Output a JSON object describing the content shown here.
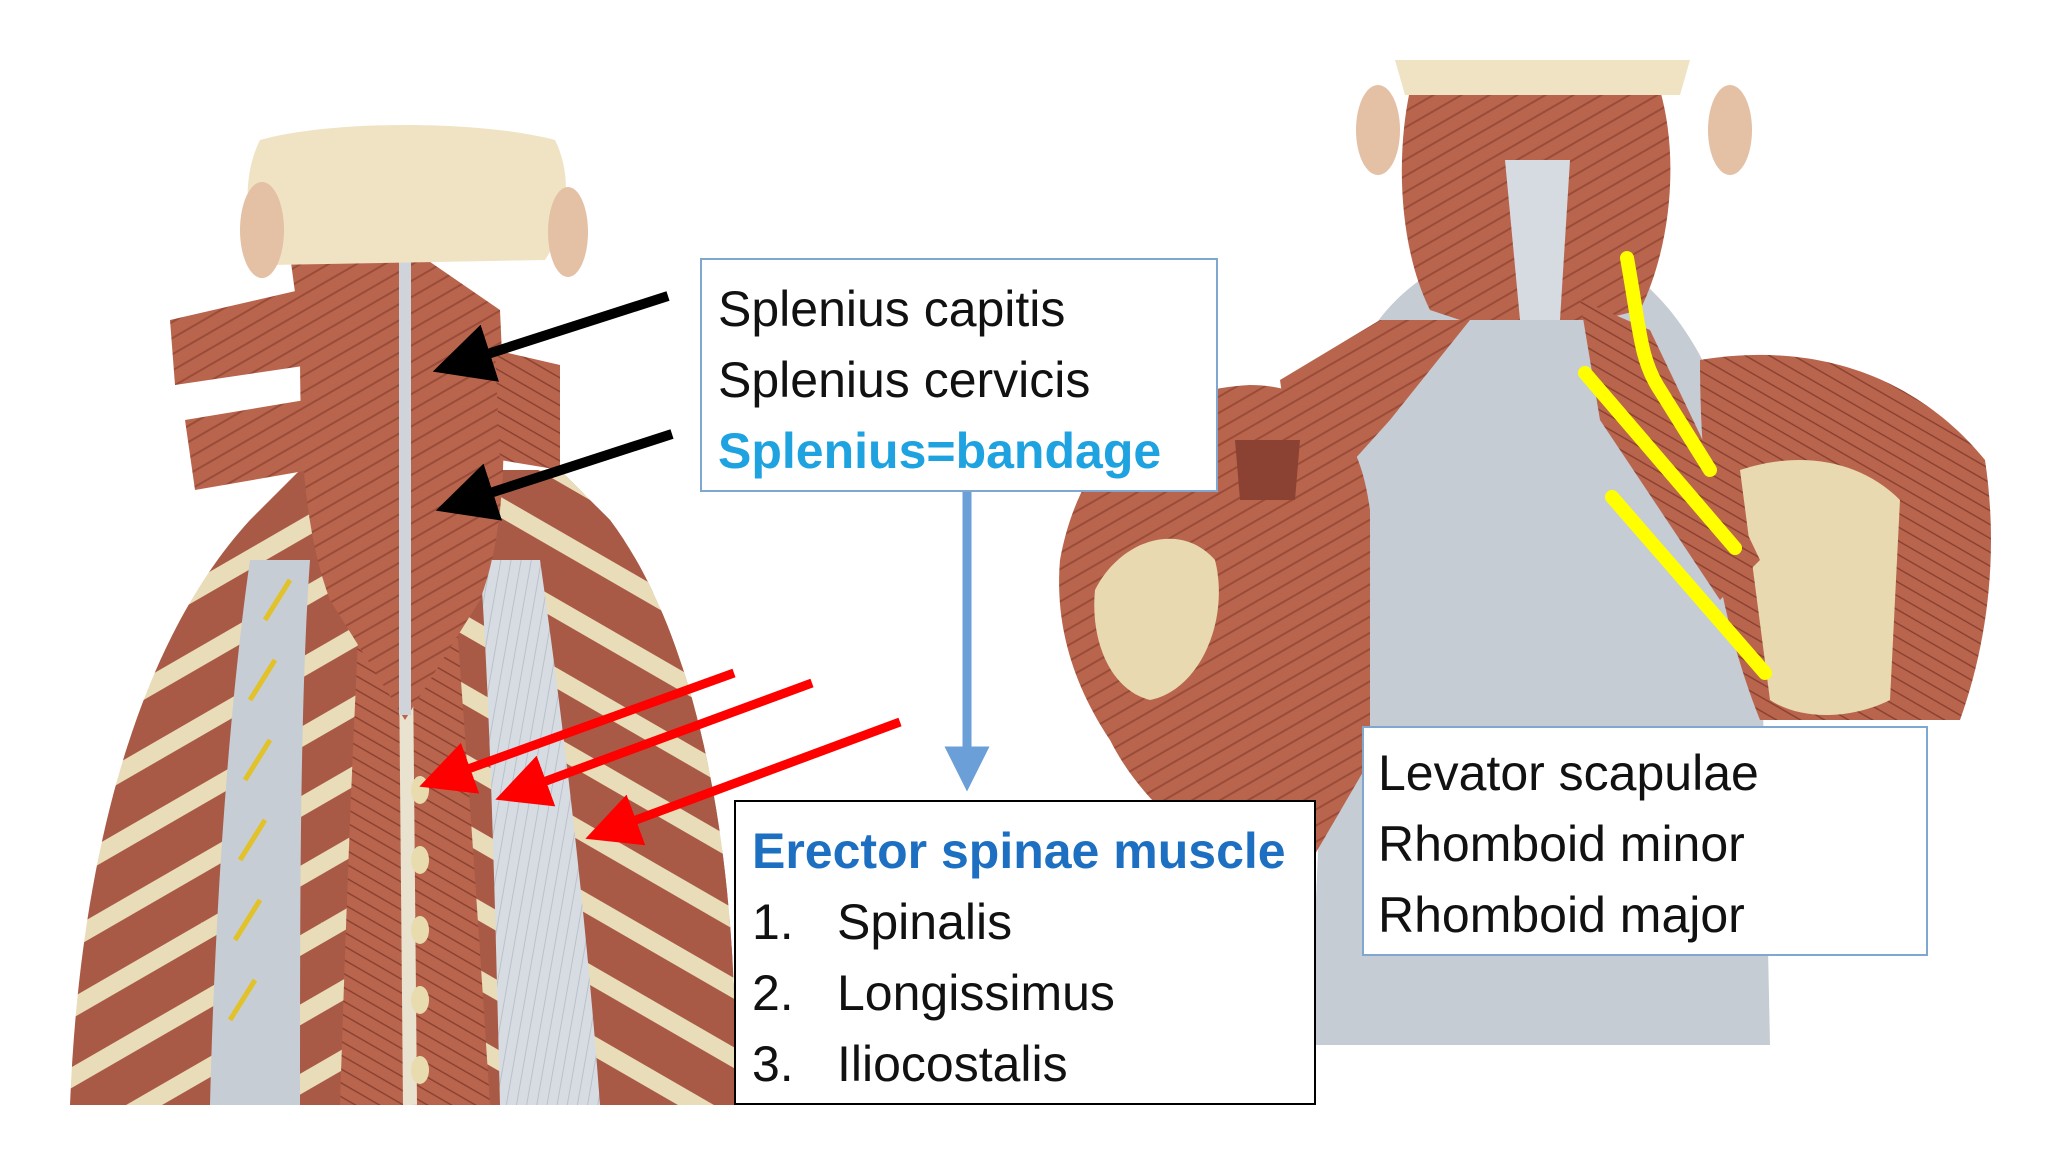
{
  "splenius_box": {
    "line1": "Splenius capitis",
    "line2": "Splenius cervicis",
    "line3": "Splenius=bandage"
  },
  "erector_box": {
    "heading": "Erector spinae muscle",
    "items": [
      {
        "num": "1.",
        "label": "Spinalis"
      },
      {
        "num": "2.",
        "label": "Longissimus"
      },
      {
        "num": "3.",
        "label": "Iliocostalis"
      }
    ]
  },
  "levator_box": {
    "line1": "Levator scapulae",
    "line2": "Rhomboid minor",
    "line3": "Rhomboid major"
  },
  "colors": {
    "muscle": "#b9654d",
    "muscle_dark": "#8c4232",
    "tendon": "#d7dce2",
    "skull": "#efe3c3",
    "pointer_black": "#000000",
    "pointer_red": "#ff0000",
    "pointer_yellow": "#ffff00",
    "connector_blue": "#6a9fd8",
    "highlight_cyan": "#1ea3e0",
    "heading_blue": "#1d6fc2"
  }
}
